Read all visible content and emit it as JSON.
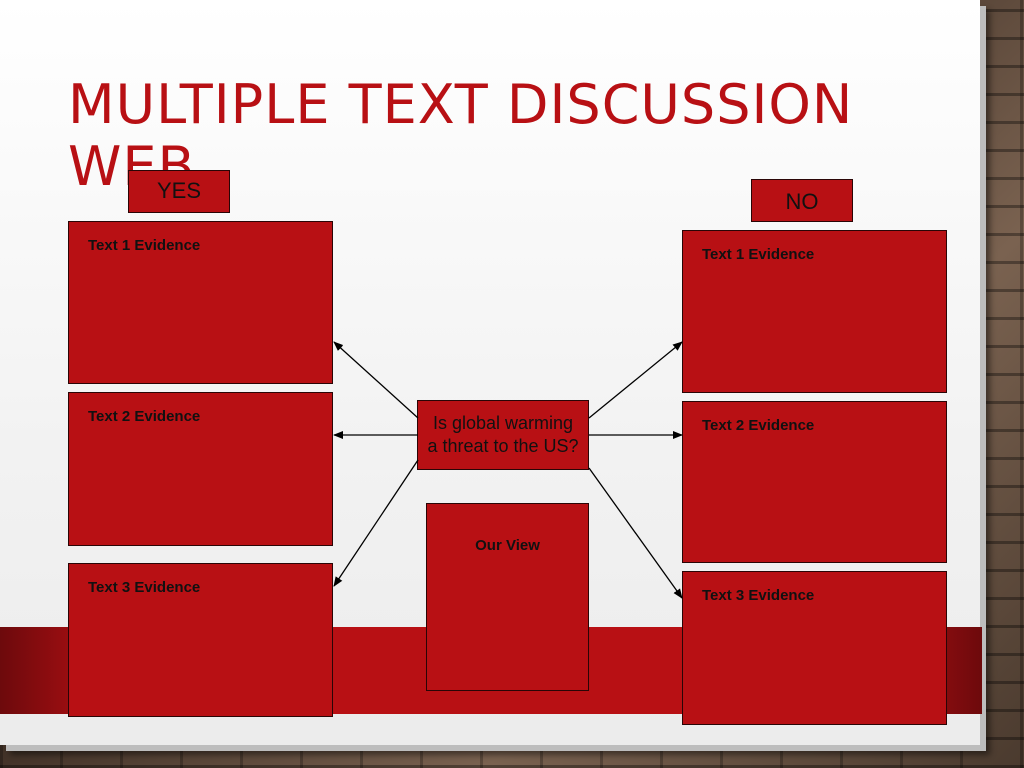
{
  "slide": {
    "title": "MULTIPLE TEXT DISCUSSION WEB"
  },
  "yes": {
    "label": "YES",
    "evidence": [
      "Text 1 Evidence",
      "Text 2 Evidence",
      "Text 3 Evidence"
    ]
  },
  "no": {
    "label": "NO",
    "evidence": [
      "Text 1 Evidence",
      "Text 2 Evidence",
      "Text 3 Evidence"
    ]
  },
  "question": {
    "line1": "Is global warming",
    "line2": "a threat to the US?"
  },
  "our_view": {
    "label": "Our View"
  },
  "colors": {
    "accent": "#b81014",
    "dark_red": "#6d0a0c"
  }
}
